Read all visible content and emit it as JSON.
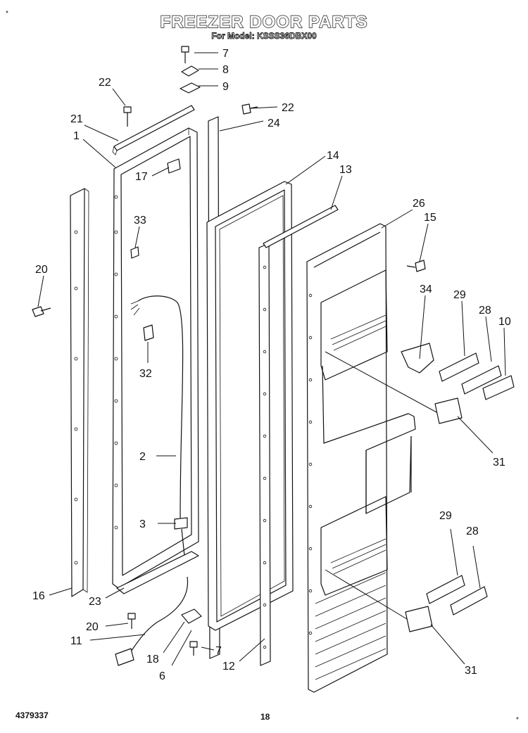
{
  "header": {
    "title": "FREEZER DOOR PARTS",
    "subtitle": "For Model: KSSS36DBX00"
  },
  "footer": {
    "doc_number": "4379337",
    "page_number": "18"
  },
  "marks": {
    "top_left": "*",
    "bottom_right": "*"
  },
  "callouts": {
    "c1": "1",
    "c2": "2",
    "c3": "3",
    "c6": "6",
    "c7a": "7",
    "c7b": "7",
    "c8": "8",
    "c9": "9",
    "c10": "10",
    "c11": "11",
    "c12": "12",
    "c13": "13",
    "c14": "14",
    "c15": "15",
    "c16": "16",
    "c17": "17",
    "c18": "18",
    "c20a": "20",
    "c20b": "20",
    "c21": "21",
    "c22a": "22",
    "c22b": "22",
    "c23": "23",
    "c24": "24",
    "c26": "26",
    "c28a": "28",
    "c28b": "28",
    "c29a": "29",
    "c29b": "29",
    "c31a": "31",
    "c31b": "31",
    "c32": "32",
    "c33": "33",
    "c34": "34"
  }
}
